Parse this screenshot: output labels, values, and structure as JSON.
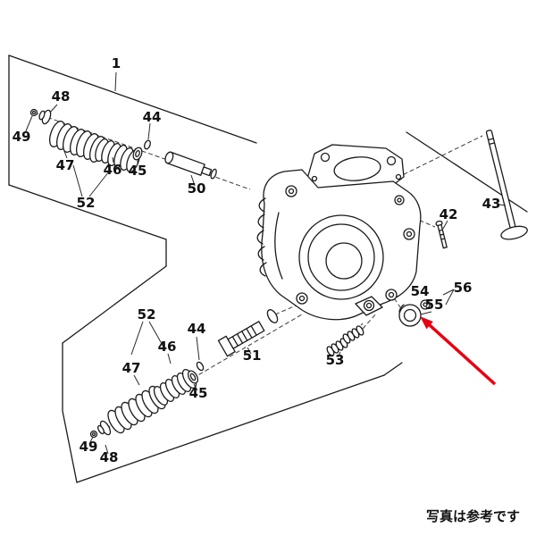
{
  "caption": "写真は参考です",
  "parts": {
    "1": "1",
    "42": "42",
    "43": "43",
    "44": "44",
    "45": "45",
    "46": "46",
    "47": "47",
    "48": "48",
    "49": "49",
    "50": "50",
    "51": "51",
    "52": "52",
    "53": "53",
    "54": "54",
    "55": "55",
    "56": "56"
  },
  "colors": {
    "line": "#1a1a1a",
    "arrow": "#e60012",
    "background": "#ffffff"
  }
}
